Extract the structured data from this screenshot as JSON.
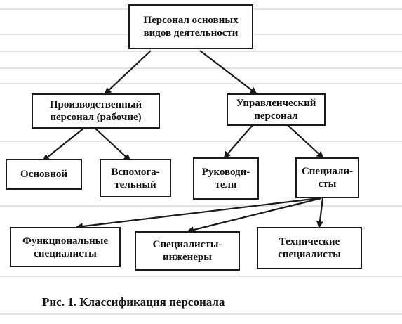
{
  "nodes": {
    "root": {
      "lines": [
        "Персонал основных",
        "видов деятельности"
      ]
    },
    "production": {
      "lines": [
        "Производственный",
        "персонал (рабочие)"
      ]
    },
    "management": {
      "lines": [
        "Управленческий",
        "персонал"
      ]
    },
    "main": {
      "lines": [
        "Основной"
      ]
    },
    "auxiliary": {
      "lines": [
        "Вспомога-",
        "тельный"
      ]
    },
    "leaders": {
      "lines": [
        "Руководи-",
        "тели"
      ]
    },
    "specialists": {
      "lines": [
        "Специали-",
        "сты"
      ]
    },
    "functional": {
      "lines": [
        "Функциональные",
        "специалисты"
      ]
    },
    "engineers": {
      "lines": [
        "Специалисты-",
        "инженеры"
      ]
    },
    "technical": {
      "lines": [
        "Технические",
        "специалисты"
      ]
    }
  },
  "caption": "Рис. 1.  Классификация персонала",
  "colors": {
    "line": "#1a1a1a",
    "box_border": "#1a1a1a",
    "background": "#ffffff"
  }
}
